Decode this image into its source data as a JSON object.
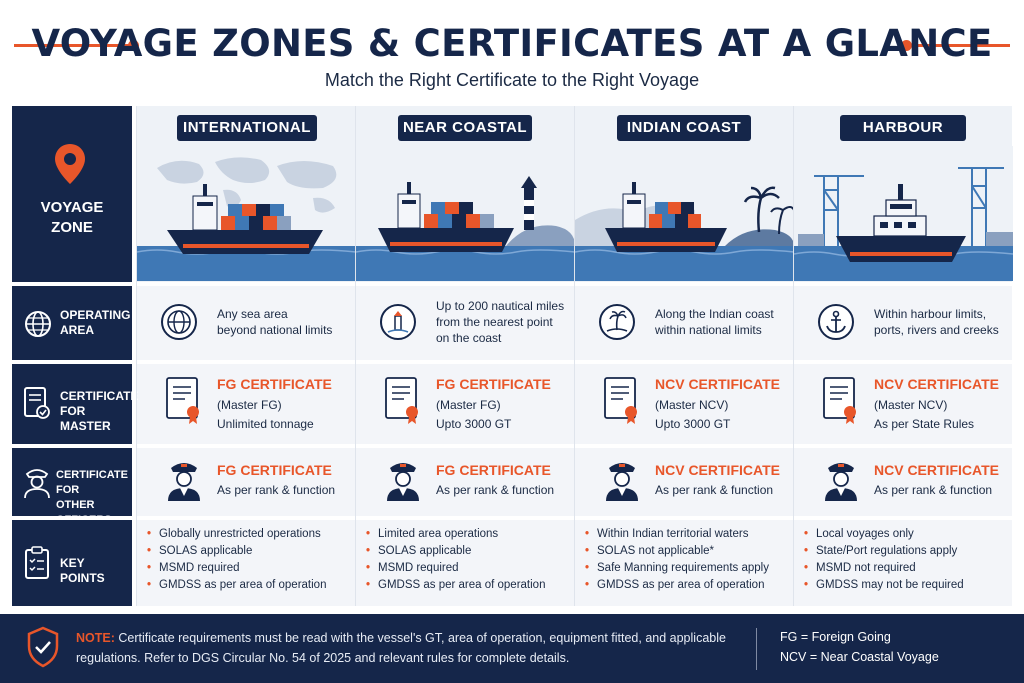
{
  "title": "VOYAGE ZONES & CERTIFICATES AT A GLANCE",
  "subtitle": "Match the Right Certificate to the Right Voyage",
  "row_labels": {
    "zone_line1": "VOYAGE",
    "zone_line2": "ZONE",
    "operating_line1": "OPERATING",
    "operating_line2": "AREA",
    "master_line1": "CERTIFICATE",
    "master_line2": "FOR MASTER",
    "officers_line1": "CERTIFICATE FOR",
    "officers_line2": "OTHER OFFICERS",
    "keypoints": "KEY POINTS"
  },
  "zones": [
    {
      "name": "INTERNATIONAL",
      "area": [
        "Any sea area",
        "beyond national limits"
      ],
      "master": {
        "title": "FG CERTIFICATE",
        "sub": "(Master FG)",
        "detail": "Unlimited tonnage"
      },
      "officers": {
        "title": "FG CERTIFICATE",
        "detail": "As per rank & function"
      },
      "points": [
        "Globally unrestricted operations",
        "SOLAS applicable",
        "MSMD required",
        "GMDSS as per area of operation"
      ]
    },
    {
      "name": "NEAR COASTAL",
      "area": [
        "Up to 200 nautical miles",
        "from the nearest point",
        "on the coast"
      ],
      "master": {
        "title": "FG CERTIFICATE",
        "sub": "(Master FG)",
        "detail": "Upto 3000 GT"
      },
      "officers": {
        "title": "FG CERTIFICATE",
        "detail": "As per rank & function"
      },
      "points": [
        "Limited area operations",
        "SOLAS applicable",
        "MSMD required",
        "GMDSS as per area of operation"
      ]
    },
    {
      "name": "INDIAN COAST",
      "area": [
        "Along the Indian coast",
        "within national limits"
      ],
      "master": {
        "title": "NCV CERTIFICATE",
        "sub": "(Master NCV)",
        "detail": "Upto 3000 GT"
      },
      "officers": {
        "title": "NCV CERTIFICATE",
        "detail": "As per rank & function"
      },
      "points": [
        "Within Indian territorial waters",
        "SOLAS not applicable*",
        "Safe Manning requirements apply",
        "GMDSS as per area of operation"
      ]
    },
    {
      "name": "HARBOUR",
      "area": [
        "Within harbour limits,",
        "ports, rivers and creeks"
      ],
      "master": {
        "title": "NCV CERTIFICATE",
        "sub": "(Master NCV)",
        "detail": "As per State Rules"
      },
      "officers": {
        "title": "NCV CERTIFICATE",
        "detail": "As per rank & function"
      },
      "points": [
        "Local voyages only",
        "State/Port regulations apply",
        "MSMD not required",
        "GMDSS may not be required"
      ]
    }
  ],
  "footer": {
    "note_label": "NOTE:",
    "note_text": "Certificate requirements must be read with the vessel's GT, area of operation, equipment fitted, and applicable regulations. Refer to DGS Circular No. 54 of 2025 and relevant rules for complete details.",
    "legend": [
      "FG = Foreign Going",
      "NCV = Near Coastal Voyage"
    ]
  },
  "colors": {
    "navy": "#15264a",
    "accent": "#e8562a",
    "sea": "#3f78b5",
    "row_bg": "#f3f5f9"
  },
  "icons": {
    "zone": "location-pin-icon",
    "operating": "globe-icon",
    "master": "certificate-check-icon",
    "officers": "officer-icon",
    "keypoints": "checklist-icon",
    "note": "shield-check-icon"
  }
}
